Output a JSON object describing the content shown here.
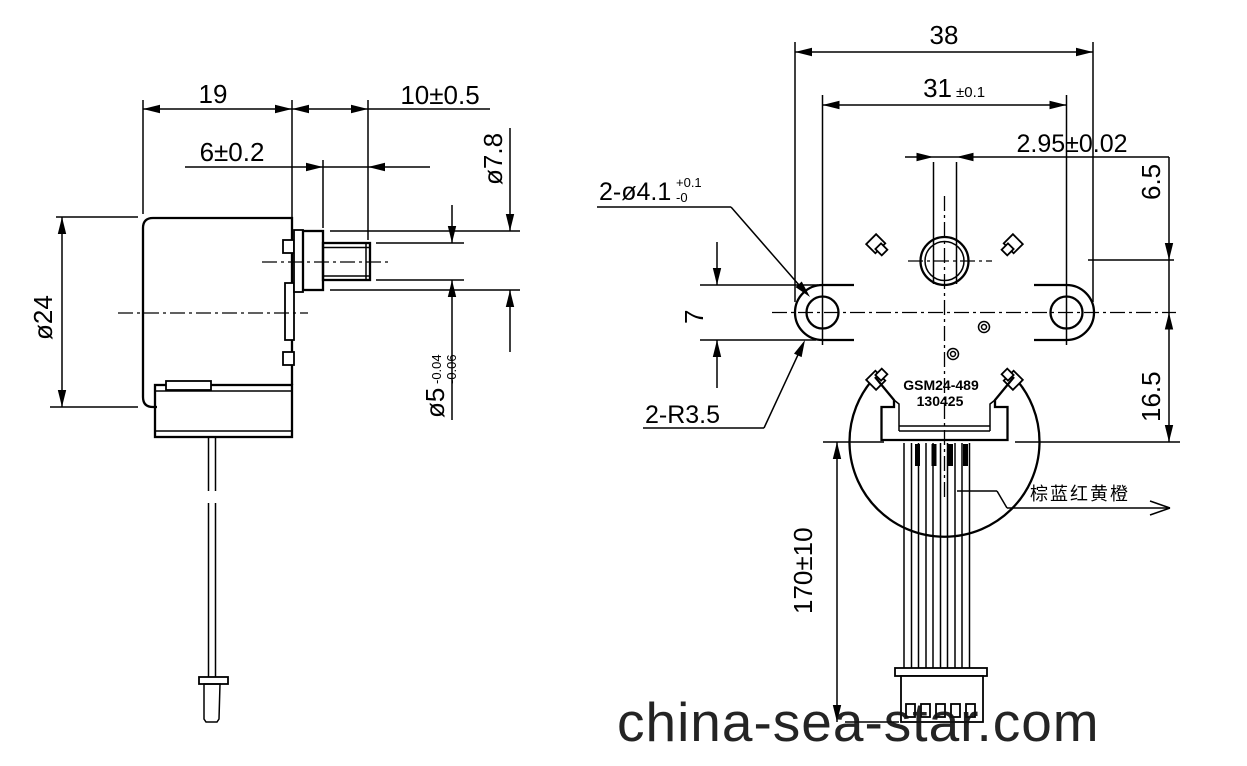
{
  "drawing": {
    "watermark": "china-sea-star.com",
    "side_view": {
      "body_len": "19",
      "shaft_len": "10±0.5",
      "flat_len": "6±0.2",
      "bushing_dia": "ø7.8",
      "body_dia": "ø24",
      "shaft_dia": "ø5",
      "shaft_tol_hi": "-0.04",
      "shaft_tol_lo": "-0.06"
    },
    "front_view": {
      "width": "38",
      "hole_span": "31",
      "hole_span_tol": "±0.1",
      "flat_width": "2.95±0.02",
      "shaft_offset": "6.5",
      "center_to_bottom": "16.5",
      "ear_thickness": "7",
      "holes_label": "2-ø4.1",
      "holes_tol_hi": "+0.1",
      "holes_tol_lo": "-0",
      "ear_radius_label": "2-R3.5",
      "lead_length": "170±10",
      "part_no": "GSM24-489",
      "date_code": "130425",
      "wire_colors": "棕蓝红黄橙"
    }
  }
}
